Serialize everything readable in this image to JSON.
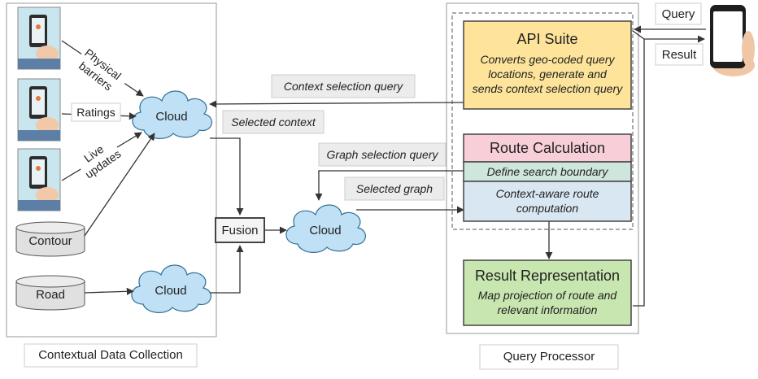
{
  "left_panel": {
    "caption": "Contextual Data Collection"
  },
  "right_panel": {
    "caption": "Query Processor"
  },
  "sources": {
    "physical_barriers": [
      "Physical",
      "barriers"
    ],
    "ratings": "Ratings",
    "live_updates": [
      "Live",
      "updates"
    ],
    "contour": "Contour",
    "road": "Road"
  },
  "clouds": {
    "context_cloud": "Cloud",
    "road_cloud": "Cloud",
    "graph_cloud": "Cloud"
  },
  "fusion": "Fusion",
  "queries": {
    "context_selection_query": "Context selection query",
    "selected_context": "Selected context",
    "graph_selection_query": "Graph selection query",
    "selected_graph": "Selected graph"
  },
  "api_suite": {
    "title": "API Suite",
    "desc": [
      "Converts geo-coded query",
      "locations, generate and",
      "sends context selection query"
    ]
  },
  "route_calculation": {
    "title": "Route Calculation",
    "boundary": "Define search boundary",
    "computation": [
      "Context-aware route",
      "computation"
    ]
  },
  "result_representation": {
    "title": "Result Representation",
    "desc": [
      "Map projection of route and",
      "relevant information"
    ]
  },
  "phone_io": {
    "query": "Query",
    "result": "Result"
  },
  "colors": {
    "cloud_fill": "#bfe0f5",
    "cloud_stroke": "#2f6f95",
    "api_fill": "#fde49a",
    "route_fill": "#f8cfd8",
    "boundary_fill": "#cfe6dd",
    "compute_fill": "#d9e7f2",
    "result_fill": "#c8e6b0"
  }
}
